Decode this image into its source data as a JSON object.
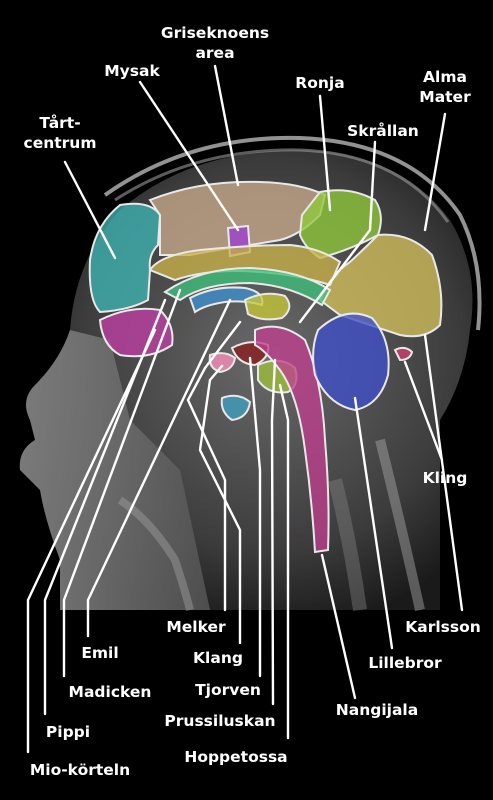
{
  "labels": {
    "griseknoens_area_1": "Griseknoens",
    "griseknoens_area_2": "area",
    "mysak": "Mysak",
    "ronja": "Ronja",
    "alma_mater_1": "Alma",
    "alma_mater_2": "Mater",
    "tartcentrum_1": "Tårt-",
    "tartcentrum_2": "centrum",
    "skrallan": "Skrållan",
    "kling": "Kling",
    "karlsson": "Karlsson",
    "lillebror": "Lillebror",
    "nangijala": "Nangijala",
    "melker": "Melker",
    "klang": "Klang",
    "tjorven": "Tjorven",
    "prussiluskan": "Prussiluskan",
    "hoppetossa": "Hoppetossa",
    "emil": "Emil",
    "madicken": "Madicken",
    "pippi": "Pippi",
    "mio_korteln": "Mio-körteln"
  },
  "region_colors": {
    "tartcentrum": "#3fb3b3",
    "griseknoens_area": "#c9a98a",
    "mysak": "#9b3fd0",
    "ronja": "#8fc93a",
    "alma_mater": "#d4bf5a",
    "emil_cingulate": "#c9b24a",
    "madicken_callosum": "#3fc07a",
    "pippi_ventricle": "#3f8fd0",
    "thalamus": "#c8c83a",
    "mio_temporal": "#c03fa5",
    "klang_hippocampus": "#ff8fc0",
    "melker_amygdala": "#3fa0c0",
    "tjorven_midbrain": "#8b1e1e",
    "hoppetossa": "#9fc03a",
    "nangijala_brainstem": "#c03f8f",
    "lillebror_cerebellum": "#3f4fc9",
    "kling": "#d03f6f"
  }
}
